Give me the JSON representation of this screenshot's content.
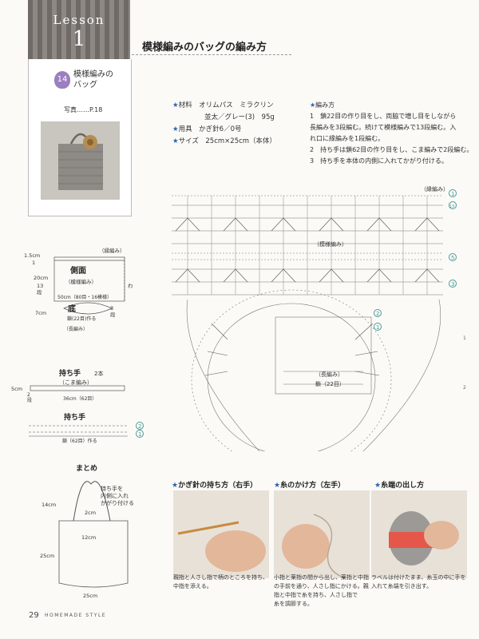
{
  "lesson": {
    "word": "Lesson",
    "number": "1"
  },
  "main_title": "模様編みのバッグの編み方",
  "card": {
    "badge": "14",
    "title_line1": "模様編みの",
    "title_line2": "バッグ",
    "photo_ref": "写真……P.18"
  },
  "materials": {
    "material_label": "材料",
    "material_value": "オリムパス　ミラクリン",
    "material_value2": "並太／グレー(3)　95g",
    "tools_label": "用具",
    "tools_value": "かぎ針6／0号",
    "size_label": "サイズ",
    "size_value": "25cm×25cm（本体）"
  },
  "steps": {
    "title": "編み方",
    "s1a": "1　鎖22目の作り目をし、両脇で増し目をしながら",
    "s1b": "長編みを3段編む。続けて模様編みで13段編む。入",
    "s1c": "れ口に縁編みを1段編む。",
    "s2": "2　持ち手は鎖62目の作り目をし、こま編みで2段編む。",
    "s3": "3　持ち手を本体の内側に入れてかがり付ける。"
  },
  "side_diagram": {
    "edge_label": "（縁編み）",
    "side": "側面",
    "pattern": "（模様編み）",
    "m15": "1.5cm",
    "m1": "1",
    "m20": "20cm",
    "m13": "13",
    "m_dan": "段",
    "wa": "わ",
    "width": "50cm（80目・16模様）",
    "bottom": "底",
    "m3": "3",
    "m_dan2": "段",
    "m7": "7cm",
    "chain": "鎖(22目)作る",
    "long": "（長編み）"
  },
  "handle1": {
    "title": "持ち手",
    "count": "2本",
    "sub": "（こま編み）",
    "m5": "5cm",
    "m2": "2",
    "m_dan": "段",
    "len": "36cm（62目）"
  },
  "handle2": {
    "title": "持ち手",
    "chain": "鎖（62目）作る",
    "r2": "2",
    "r1": "1"
  },
  "assembly": {
    "title": "まとめ",
    "note1": "持ち手を",
    "note2": "内側に入れ",
    "note3": "かがり付ける",
    "m14": "14cm",
    "m2": "2cm",
    "m12": "12cm",
    "m25": "25cm",
    "m25b": "25cm"
  },
  "diagram": {
    "edge": "（縁編み）",
    "pattern": "（模様編み）",
    "long": "（長編み）",
    "chain": "鎖（22目）",
    "r1": "1",
    "r13": "13",
    "r5": "5",
    "r3": "3",
    "r2": "2",
    "side1": "1",
    "side2": "2"
  },
  "howto": {
    "hold_title": "かぎ針の持ち方（右手）",
    "hold_cap1": "親指と人さし指で柄のところを持ち、",
    "hold_cap2": "中指を添える。",
    "yarn_title": "糸のかけ方（左手）",
    "yarn_cap1": "小指と薬指の間から出し、薬指と中指",
    "yarn_cap2": "の手前を通り、人さし指にかける。親",
    "yarn_cap3": "指と中指で糸を持ち、人さし指で",
    "yarn_cap4": "糸を調節する。",
    "end_title": "糸端の出し方",
    "end_cap1": "ラベルは付けたまま、糸玉の中に手を",
    "end_cap2": "入れて糸端を引き出す。"
  },
  "footer": {
    "page": "29",
    "word": "HOMEMADE STYLE"
  },
  "colors": {
    "star": "#2b62b0",
    "badge": "#9b7fc0",
    "circle_num": "#4a9a9a"
  }
}
